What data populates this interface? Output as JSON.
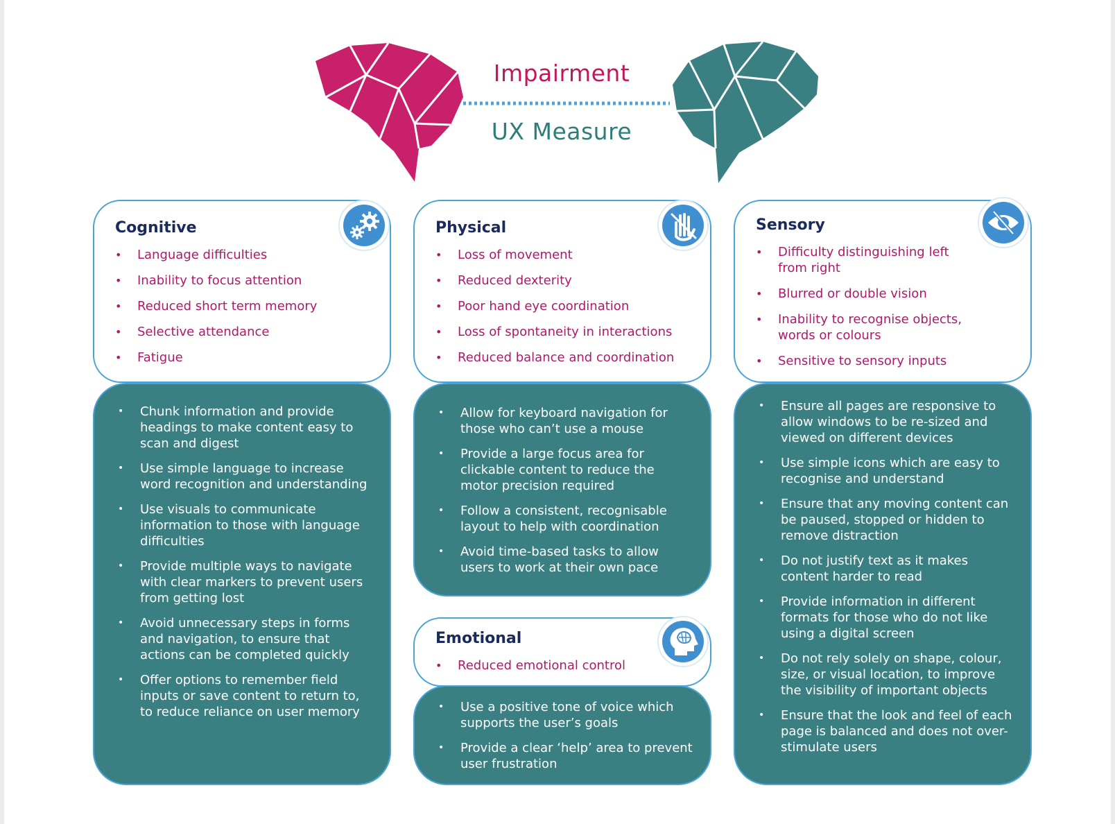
{
  "header": {
    "impairment_label": "Impairment",
    "ux_label": "UX Measure",
    "colors": {
      "impairment": "#c2185b",
      "ux": "#2e7d7a",
      "connector": "#4aa3d8"
    },
    "left_icon": "brain-icon",
    "right_icon": "brain-icon"
  },
  "cognitive": {
    "title": "Cognitive",
    "icon": "gears-icon",
    "impairments": [
      "Language difficulties",
      "Inability to focus attention",
      "Reduced short term memory",
      "Selective attendance",
      "Fatigue"
    ],
    "measures": [
      "Chunk information and provide headings to make content easy to scan and digest",
      "Use simple language to increase word recognition and understanding",
      "Use visuals to communicate information to those with language difficulties",
      "Provide multiple ways to navigate with clear markers to prevent users from getting lost",
      "Avoid unnecessary steps in forms and navigation, to ensure that actions can be completed quickly",
      "Offer options to remember field inputs or save content to return to, to reduce reliance on user memory"
    ]
  },
  "physical": {
    "title": "Physical",
    "icon": "hand-icon",
    "impairments": [
      "Loss of movement",
      "Reduced dexterity",
      "Poor hand eye coordination",
      "Loss of spontaneity in interactions",
      "Reduced balance and coordination"
    ],
    "measures": [
      "Allow for keyboard navigation for those who can’t use a mouse",
      "Provide a large focus area for clickable content to reduce the motor precision required",
      "Follow a consistent, recognisable layout to help with coordination",
      "Avoid time-based tasks to allow users to work at their own pace"
    ]
  },
  "emotional": {
    "title": "Emotional",
    "icon": "head-brain-icon",
    "impairments": [
      "Reduced emotional control"
    ],
    "measures": [
      "Use a positive tone of voice which supports the user’s goals",
      "Provide a clear ‘help’ area to prevent user frustration"
    ]
  },
  "sensory": {
    "title": "Sensory",
    "icon": "eye-slash-icon",
    "impairments": [
      "Difficulty distinguishing left from right",
      "Blurred or double vision",
      "Inability to recognise objects, words or colours",
      "Sensitive to sensory inputs"
    ],
    "measures": [
      "Ensure all pages are responsive to allow windows to be re-sized and viewed on different devices",
      "Use simple icons which are easy to recognise and understand",
      "Ensure that any moving content can be paused, stopped or hidden to remove distraction",
      "Do not justify text as it makes content harder to read",
      "Provide information in different formats for those who do not like using a digital screen",
      "Do not rely solely on shape, colour, size, or visual location, to improve the visibility of important objects",
      "Ensure that the look and feel of each page is balanced and does not over-stimulate users"
    ]
  }
}
